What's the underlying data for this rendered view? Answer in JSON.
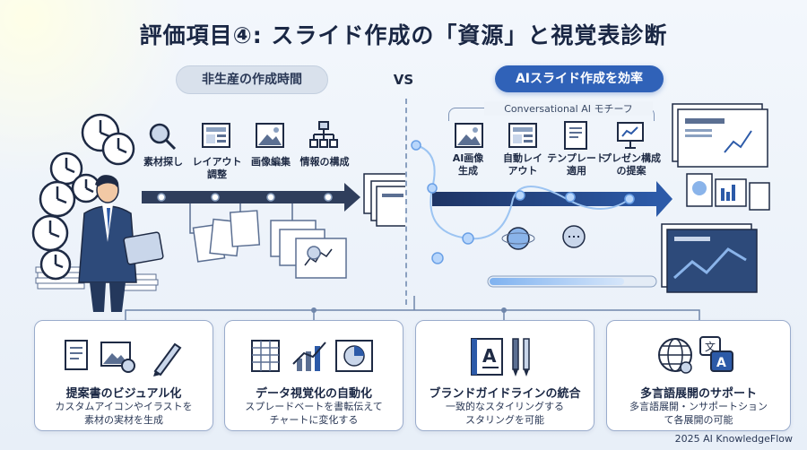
{
  "title": "評価項目④: スライド作成の「資源」と視覚表診断",
  "left_section": {
    "label": "非生産の作成時間",
    "tasks": [
      {
        "label": "素材探し",
        "icon": "magnifier-icon"
      },
      {
        "label": "レイアウト\n調整",
        "icon": "layout-icon"
      },
      {
        "label": "画像編集",
        "icon": "image-icon"
      },
      {
        "label": "情報の構成",
        "icon": "hierarchy-icon"
      }
    ]
  },
  "vs_label": "VS",
  "right_section": {
    "label": "AIスライド作成を効率",
    "motif_label": "Conversational AI モチーフ",
    "features": [
      {
        "label": "AI画像\n生成",
        "icon": "image-icon"
      },
      {
        "label": "自動レイ\nアウト",
        "icon": "layout-icon"
      },
      {
        "label": "テンプレート\n適用",
        "icon": "template-icon"
      },
      {
        "label": "プレゼン構成\nの提案",
        "icon": "presentation-icon"
      }
    ]
  },
  "cards": [
    {
      "title": "提案書のビジュアル化",
      "desc": "カスタムアイコンやイラストを\n素材の実材を生成",
      "icons": [
        "document-icon",
        "image-gear-icon",
        "pen-icon"
      ]
    },
    {
      "title": "データ視覚化の自動化",
      "desc": "スプレードベートを書転伝えて\nチャートに変化する",
      "icons": [
        "spreadsheet-icon",
        "bar-chart-icon",
        "pie-chart-icon"
      ]
    },
    {
      "title": "ブランドガイドラインの統合",
      "desc": "一致的なスタイリングする\nスタリングを可能",
      "icons": [
        "font-book-icon",
        "pencil-icon"
      ]
    },
    {
      "title": "多言語展開のサポート",
      "desc": "多言語展開・ンサポートション\nて各展開の可能",
      "icons": [
        "globe-icon",
        "translate-icon"
      ]
    }
  ],
  "footer": "2025 AI KnowledgeFlow",
  "colors": {
    "accent": "#3062b8",
    "dark": "#1a2744",
    "arrow_left": "#2f3e5c",
    "arrow_right": "#2c5aa8"
  }
}
